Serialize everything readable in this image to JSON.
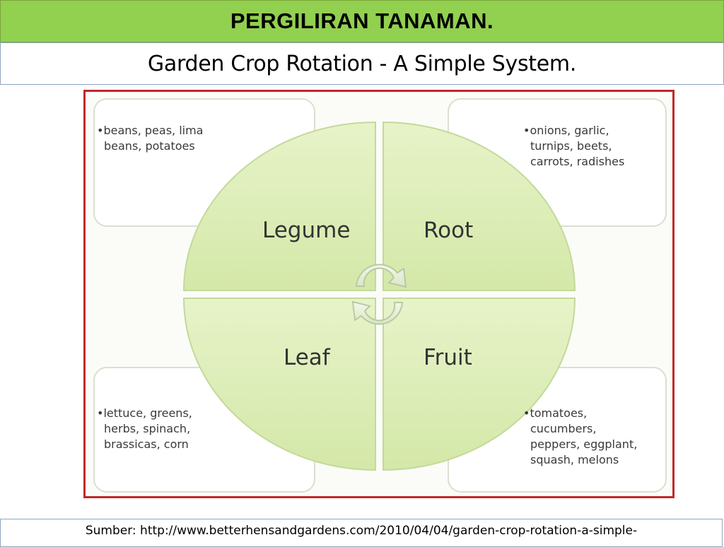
{
  "header": {
    "title": "PERGILIRAN TANAMAN.",
    "subtitle": "Garden Crop Rotation - A Simple System."
  },
  "diagram": {
    "segments": [
      {
        "id": "legume",
        "label": "Legume",
        "items": [
          "•beans, peas, lima",
          "beans, potatoes"
        ]
      },
      {
        "id": "root",
        "label": "Root",
        "items": [
          "•onions, garlic,",
          "turnips, beets,",
          "carrots, radishes"
        ]
      },
      {
        "id": "leaf",
        "label": "Leaf",
        "items": [
          "•lettuce, greens,",
          "herbs, spinach,",
          "brassicas, corn"
        ]
      },
      {
        "id": "fruit",
        "label": "Fruit",
        "items": [
          "•tomatoes,",
          "cucumbers,",
          "peppers, eggplant,",
          "squash, melons"
        ]
      }
    ],
    "colors": {
      "segment_fill": "#dcedb6",
      "segment_stroke": "#c3d99a",
      "frame_border": "#c0282a",
      "header_green": "#92d050"
    },
    "icons": [
      "cycle-arrows-icon"
    ]
  },
  "footer": {
    "source": "Sumber: http://www.betterhensandgardens.com/2010/04/04/garden-crop-rotation-a-simple-"
  }
}
